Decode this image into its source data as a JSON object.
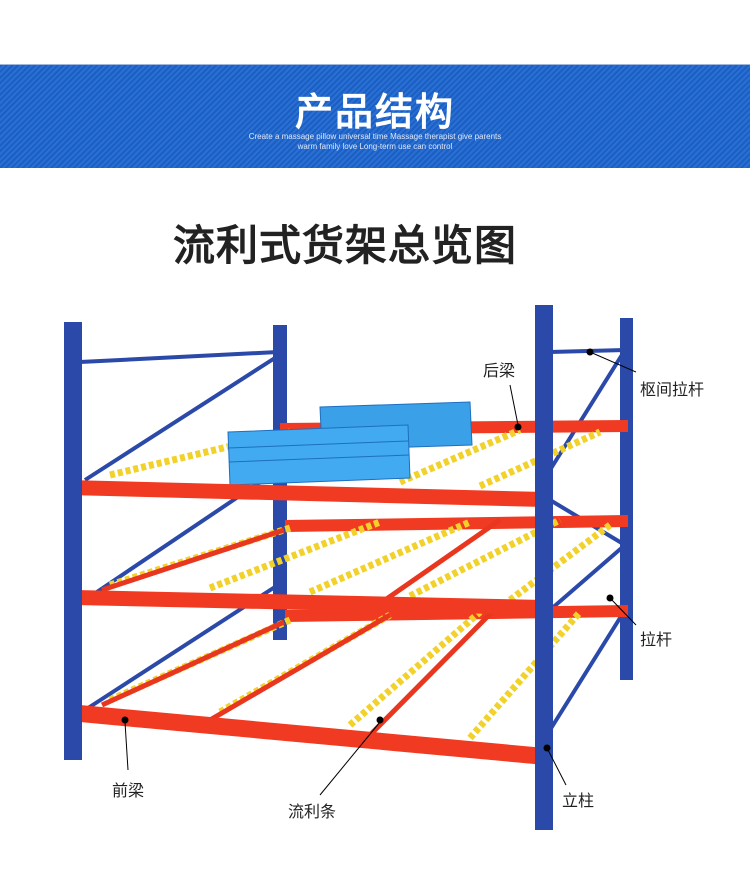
{
  "banner": {
    "title": "产品结构",
    "subtitle_line1": "Create a massage pillow universal time Massage therapist give parents",
    "subtitle_line2": "warm family love Long-term use can control"
  },
  "title": "流利式货架总览图",
  "labels": {
    "rear_beam": "后梁",
    "cross_brace": "枢间拉杆",
    "tie_rod": "拉杆",
    "front_beam": "前梁",
    "flow_strip": "流利条",
    "upright": "立柱"
  },
  "colors": {
    "banner": "#1c5fc2",
    "upright": "#2a49a8",
    "beam": "#f03a22",
    "roller": "#f2d22a",
    "basket": "#3aa0e8"
  }
}
